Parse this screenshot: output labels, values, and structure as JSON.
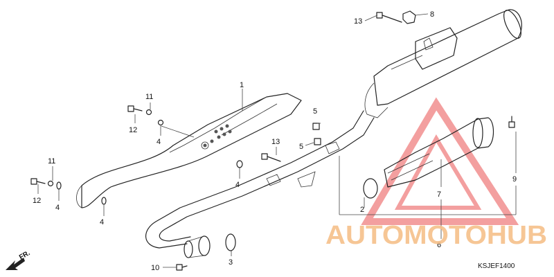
{
  "diagram": {
    "drawing_code": "KSJEF1400",
    "front_indicator": "FR.",
    "callouts": {
      "c1": "1",
      "c2": "2",
      "c3": "3",
      "c4a": "4",
      "c4b": "4",
      "c4c": "4",
      "c4d": "4",
      "c5a": "5",
      "c5b": "5",
      "c6": "6",
      "c7": "7",
      "c8": "8",
      "c9": "9",
      "c10": "10",
      "c11a": "11",
      "c11b": "11",
      "c12a": "12",
      "c12b": "12",
      "c13a": "13",
      "c13b": "13"
    }
  },
  "watermark": {
    "brand": "AUTOMOTOHUB",
    "color_light": "#f6c08a",
    "color_dark": "#8a8a8a",
    "color_triangle": "#f08080"
  }
}
